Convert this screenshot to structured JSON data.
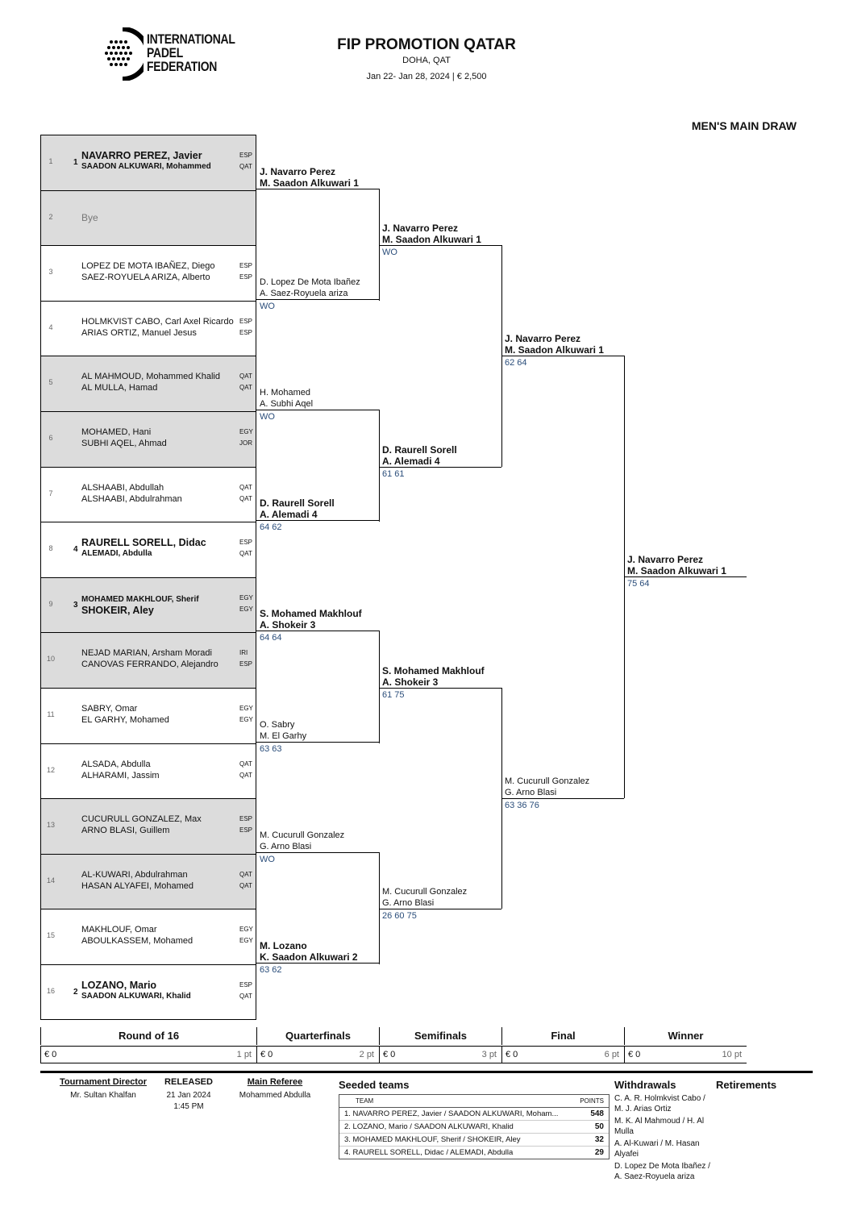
{
  "header": {
    "logo_lines": [
      "INTERNATIONAL",
      "PADEL",
      "FEDERATION"
    ],
    "title": "FIP PROMOTION QATAR",
    "location": "DOHA, QAT",
    "dates_prize": "Jan 22- Jan 28, 2024  |  € 2,500",
    "draw_name": "MEN'S MAIN DRAW"
  },
  "entries": [
    {
      "num": "1",
      "seed": "1",
      "p1": "NAVARRO PEREZ, Javier",
      "n1": "ESP",
      "p2": "SAADON ALKUWARI, Mohammed",
      "n2": "QAT"
    },
    {
      "num": "2",
      "bye": "Bye"
    },
    {
      "num": "3",
      "p1": "LOPEZ DE MOTA IBAÑEZ, Diego",
      "n1": "ESP",
      "p2": "SAEZ-ROYUELA ARIZA, Alberto",
      "n2": "ESP"
    },
    {
      "num": "4",
      "p1": "HOLMKVIST CABO, Carl Axel Ricardo",
      "n1": "ESP",
      "p2": "ARIAS ORTIZ, Manuel Jesus",
      "n2": "ESP"
    },
    {
      "num": "5",
      "p1": "AL MAHMOUD, Mohammed Khalid",
      "n1": "QAT",
      "p2": "AL MULLA, Hamad",
      "n2": "QAT"
    },
    {
      "num": "6",
      "p1": "MOHAMED, Hani",
      "n1": "EGY",
      "p2": "SUBHI AQEL, Ahmad",
      "n2": "JOR"
    },
    {
      "num": "7",
      "p1": "ALSHAABI, Abdullah",
      "n1": "QAT",
      "p2": "ALSHAABI, Abdulrahman",
      "n2": "QAT"
    },
    {
      "num": "8",
      "seed": "4",
      "p1": "RAURELL SORELL, Didac",
      "n1": "ESP",
      "p2": "ALEMADI, Abdulla",
      "n2": "QAT"
    },
    {
      "num": "9",
      "seed": "3",
      "p1": "MOHAMED MAKHLOUF, Sherif",
      "n1": "EGY",
      "p2": "SHOKEIR, Aley",
      "n2": "EGY"
    },
    {
      "num": "10",
      "p1": "NEJAD MARIAN, Arsham Moradi",
      "n1": "IRI",
      "p2": "CANOVAS FERRANDO, Alejandro",
      "n2": "ESP"
    },
    {
      "num": "11",
      "p1": "SABRY, Omar",
      "n1": "EGY",
      "p2": "EL GARHY, Mohamed",
      "n2": "EGY"
    },
    {
      "num": "12",
      "p1": "ALSADA, Abdulla",
      "n1": "QAT",
      "p2": "ALHARAMI, Jassim",
      "n2": "QAT"
    },
    {
      "num": "13",
      "p1": "CUCURULL GONZALEZ, Max",
      "n1": "ESP",
      "p2": "ARNO BLASI, Guillem",
      "n2": "ESP"
    },
    {
      "num": "14",
      "p1": "AL-KUWARI, Abdulrahman",
      "n1": "QAT",
      "p2": "HASAN ALYAFEI, Mohamed",
      "n2": "QAT"
    },
    {
      "num": "15",
      "p1": "MAKHLOUF, Omar",
      "n1": "EGY",
      "p2": "ABOULKASSEM, Mohamed",
      "n2": "EGY"
    },
    {
      "num": "16",
      "seed": "2",
      "p1": "LOZANO, Mario",
      "n1": "ESP",
      "p2": "SAADON ALKUWARI, Khalid",
      "n2": "QAT"
    }
  ],
  "r16_winners": [
    {
      "l1": "J. Navarro Perez",
      "l2": "M. Saadon Alkuwari  1",
      "score": ""
    },
    {
      "l1": "D. Lopez De Mota Ibañez",
      "l2": "A. Saez-Royuela ariza",
      "score": "WO"
    },
    {
      "l1": "H. Mohamed",
      "l2": "A. Subhi Aqel",
      "score": "WO"
    },
    {
      "l1": "D. Raurell Sorell",
      "l2": "A. Alemadi  4",
      "score": "64 62"
    },
    {
      "l1": "S. Mohamed Makhlouf",
      "l2": "A. Shokeir  3",
      "score": "64 64"
    },
    {
      "l1": "O. Sabry",
      "l2": "M. El Garhy",
      "score": "63 63"
    },
    {
      "l1": "M. Cucurull Gonzalez",
      "l2": "G. Arno Blasi",
      "score": "WO"
    },
    {
      "l1": "M. Lozano",
      "l2": "K. Saadon Alkuwari  2",
      "score": "63 62"
    }
  ],
  "qf_winners": [
    {
      "l1": "J. Navarro Perez",
      "l2": "M. Saadon Alkuwari  1",
      "score": "WO"
    },
    {
      "l1": "D. Raurell Sorell",
      "l2": "A. Alemadi  4",
      "score": "61 61"
    },
    {
      "l1": "S. Mohamed Makhlouf",
      "l2": "A. Shokeir  3",
      "score": "61 75"
    },
    {
      "l1": "M. Cucurull Gonzalez",
      "l2": "G. Arno Blasi",
      "score": "26 60 75"
    }
  ],
  "sf_winners": [
    {
      "l1": "J. Navarro Perez",
      "l2": "M. Saadon Alkuwari  1",
      "score": "62 64"
    },
    {
      "l1": "M. Cucurull Gonzalez",
      "l2": "G. Arno Blasi",
      "score": "63 36 76"
    }
  ],
  "final_winner": {
    "l1": "J. Navarro Perez",
    "l2": "M. Saadon Alkuwari  1",
    "score": "75 64"
  },
  "rounds": [
    {
      "name": "Round of 16",
      "money": "€ 0",
      "points": "1 pt"
    },
    {
      "name": "Quarterfinals",
      "money": "€ 0",
      "points": "2 pt"
    },
    {
      "name": "Semifinals",
      "money": "€ 0",
      "points": "3 pt"
    },
    {
      "name": "Final",
      "money": "€ 0",
      "points": "6 pt"
    },
    {
      "name": "Winner",
      "money": "€ 0",
      "points": "10 pt"
    }
  ],
  "footer": {
    "director_label": "Tournament Director",
    "director": "Mr. Sultan Khalfan",
    "released_label": "RELEASED",
    "released_date": "21 Jan 2024",
    "released_time": "1:45 PM",
    "referee_label": "Main Referee",
    "referee": "Mohammed Abdulla",
    "seeded_label": "Seeded teams",
    "seeded_col_team": "TEAM",
    "seeded_col_points": "POINTS",
    "seeded": [
      {
        "text": "1.  NAVARRO PEREZ, Javier / SAADON ALKUWARI, Moham...",
        "points": "548"
      },
      {
        "text": "2.  LOZANO, Mario / SAADON ALKUWARI, Khalid",
        "points": "50"
      },
      {
        "text": "3.  MOHAMED MAKHLOUF, Sherif / SHOKEIR, Aley",
        "points": "32"
      },
      {
        "text": "4.  RAURELL SORELL, Didac / ALEMADI, Abdulla",
        "points": "29"
      }
    ],
    "withdrawals_label": "Withdrawals",
    "withdrawals": [
      "C. A. R. Holmkvist Cabo / M. J. Arias Ortiz",
      "M. K. Al Mahmoud / H. Al Mulla",
      "A. Al-Kuwari / M. Hasan Alyafei",
      "D. Lopez De Mota Ibañez / A. Saez-Royuela ariza"
    ],
    "retirements_label": "Retirements"
  }
}
